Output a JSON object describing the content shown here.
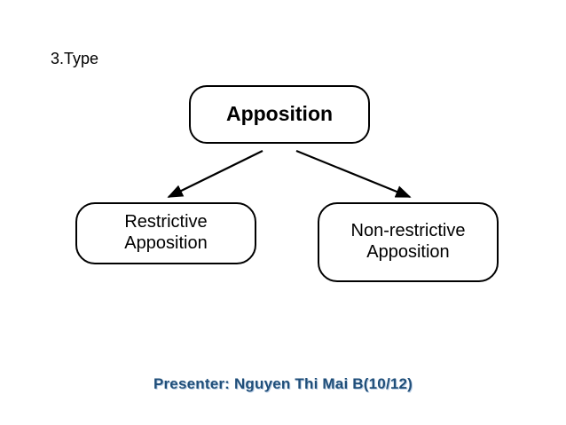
{
  "slide": {
    "heading": "3.Type",
    "footer": "Presenter: Nguyen Thi Mai B(10/12)",
    "background_color": "#ffffff",
    "footer_color": "#1f4e79",
    "node_border_color": "#000000",
    "arrow_color": "#000000"
  },
  "diagram": {
    "type": "tree",
    "root": {
      "label": "Apposition"
    },
    "children": [
      {
        "label": "Restrictive\nApposition"
      },
      {
        "label": "Non-restrictive\nApposition"
      }
    ],
    "arrows": [
      {
        "from": "Apposition",
        "to": "Restrictive Apposition"
      },
      {
        "from": "Apposition",
        "to": "Non-restrictive Apposition"
      }
    ]
  }
}
